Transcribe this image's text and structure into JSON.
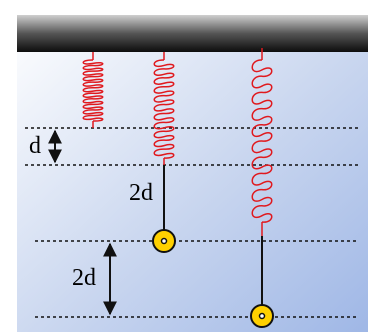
{
  "labels": {
    "spacing_d": "d",
    "string_length_2d": "2d",
    "drop_2d": "2d"
  },
  "colors": {
    "background_top": "#ffffff",
    "background_bottom": "#9fb7e6",
    "ceiling_dark": "#111111",
    "ceiling_light": "#b5b5b5",
    "spring": "#e0191e",
    "mass_fill": "#ffd000",
    "mass_stroke": "#111111",
    "guide_line": "#111111"
  }
}
